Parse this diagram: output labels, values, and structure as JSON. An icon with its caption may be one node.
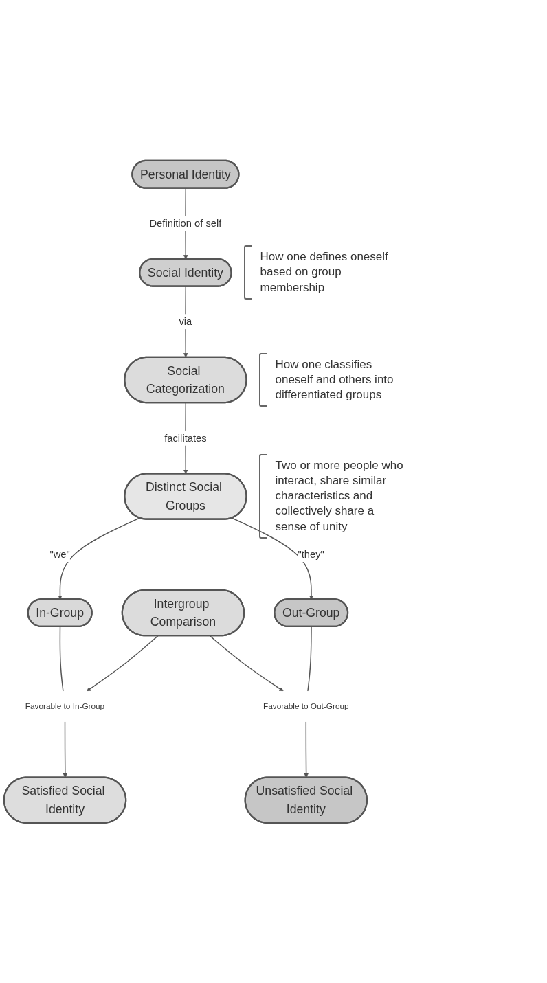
{
  "diagram": {
    "nodes": [
      {
        "text": [
          "Personal Identity"
        ]
      },
      {
        "text": [
          "Social Identity"
        ],
        "beside": [
          "How one defines oneself based on group membership"
        ]
      },
      {
        "text": [
          "Social Categorization"
        ],
        "beside": [
          "How one classifies oneself and others into differentiated groups"
        ]
      },
      {
        "text": [
          "Distinct Social Groups"
        ],
        "beside": [
          "Two or more people who interact, share similar characteristics and collectively share a sense of unity"
        ]
      },
      {
        "text": [
          "In-Group"
        ]
      },
      {
        "text": [
          "Out-Group"
        ]
      },
      {
        "text": [
          "Intergroup Comparison"
        ]
      },
      {
        "text": [
          "Favorable to In-Group"
        ]
      },
      {
        "text": [
          "Favorable to Out-Group"
        ]
      },
      {
        "text": [
          "Satisfied Social Identity"
        ]
      },
      {
        "text": [
          "Unsatisfied Social Identity"
        ]
      }
    ],
    "edges": [
      {
        "from": 0,
        "to": 1,
        "arrow": "to",
        "label": "Definition of self"
      },
      {
        "from": 1,
        "to": 2,
        "arrow": "to",
        "label": "via"
      },
      {
        "from": 2,
        "to": 3,
        "arrow": "to",
        "label": "facilitates"
      },
      {
        "from": 3,
        "to": 4,
        "arrow": "to",
        "label": "\"we\""
      },
      {
        "from": 3,
        "to": 5,
        "arrow": "to",
        "label": "\"they\""
      },
      {
        "from": 4,
        "to": 7,
        "arrow": "none"
      },
      {
        "from": 6,
        "to": 7,
        "arrow": "to"
      },
      {
        "from": 6,
        "to": 8,
        "arrow": "to"
      },
      {
        "from": 5,
        "to": 8,
        "arrow": "none"
      },
      {
        "from": 7,
        "to": 9,
        "arrow": "to"
      },
      {
        "from": 8,
        "to": 10,
        "arrow": "to"
      }
    ]
  }
}
